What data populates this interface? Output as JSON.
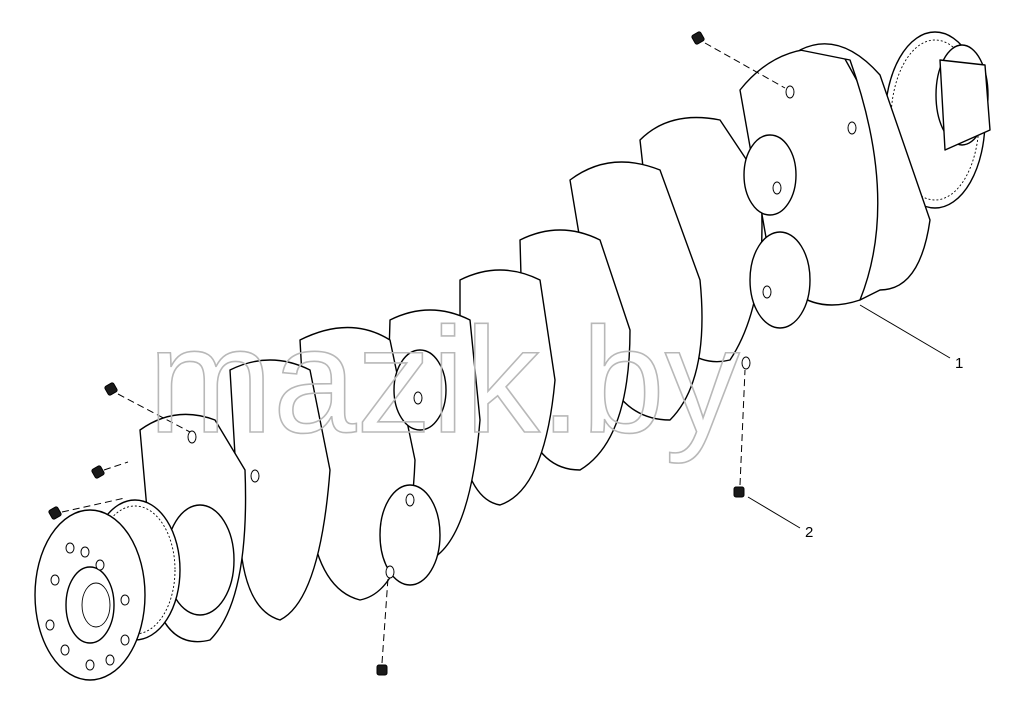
{
  "watermark": {
    "text": "mazik.by"
  },
  "callouts": [
    {
      "number": "1",
      "part": "crankshaft"
    },
    {
      "number": "2",
      "part": "plug"
    }
  ],
  "icons": [
    "crankshaft-drawing",
    "plug-icon"
  ]
}
